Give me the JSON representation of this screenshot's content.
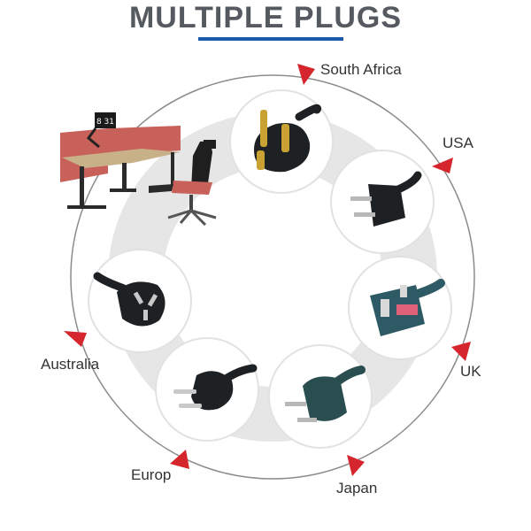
{
  "header": {
    "title": "MULTIPLE PLUGS"
  },
  "plugs": [
    {
      "label": "South Africa",
      "icon": "south-africa-plug-icon"
    },
    {
      "label": "USA",
      "icon": "usa-plug-icon"
    },
    {
      "label": "UK",
      "icon": "uk-plug-icon"
    },
    {
      "label": "Japan",
      "icon": "japan-plug-icon"
    },
    {
      "label": "Europ",
      "icon": "europe-plug-icon"
    },
    {
      "label": "Australia",
      "icon": "australia-plug-icon"
    }
  ],
  "product": {
    "monitor_time": "8 31"
  },
  "colors": {
    "accent": "#1a5aa8",
    "marker": "#d4262c",
    "ring": "#e6e6e6",
    "panel": "#c9615b",
    "plug": "#1e2124",
    "uk_plug": "#2e5a66",
    "japan_plug": "#2a4e4f"
  }
}
